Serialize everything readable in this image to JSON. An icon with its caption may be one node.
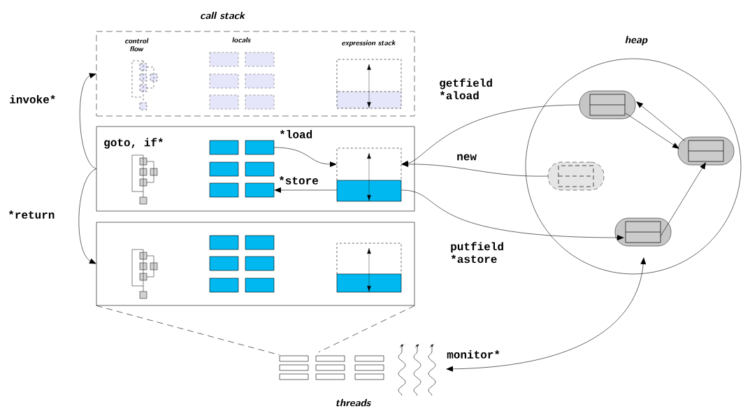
{
  "diagram": {
    "nodes": [
      {
        "text": [
          "control flow",
          "locals",
          "expression stack"
        ]
      },
      {
        "text": [
          "goto, if*"
        ]
      },
      {
        "text": [],
        "shape": "box",
        "in": 1
      },
      {
        "text": [],
        "shape": "box",
        "in": 1
      },
      {
        "text": [],
        "shape": "box",
        "in": 1
      },
      {
        "text": [],
        "shape": "box"
      },
      {
        "text": [
          "heap"
        ]
      },
      {
        "text": [],
        "shape": "capsule",
        "in": 6
      },
      {
        "text": [],
        "shape": "capsule",
        "in": 6
      },
      {
        "text": [],
        "shape": "capsule",
        "in": 6
      },
      {
        "text": [],
        "shape": "capsule",
        "in": 6
      },
      {
        "text": [
          "threads"
        ]
      },
      {
        "text": [],
        "shape": "box",
        "in": 1
      },
      {
        "text": [],
        "shape": "box",
        "in": 1
      },
      {
        "text": [],
        "shape": "box",
        "in": 1
      },
      {
        "text": [],
        "shape": "box",
        "in": 1
      }
    ],
    "edges": [
      {
        "from": 1,
        "to": 0,
        "arrow": "to",
        "label": "invoke*"
      },
      {
        "from": 1,
        "to": 5,
        "arrow": "to",
        "label": "*return"
      },
      {
        "from": 3,
        "to": 2,
        "arrow": "to",
        "label": "*load"
      },
      {
        "from": 2,
        "to": 4,
        "arrow": "to",
        "label": "*store"
      },
      {
        "from": 7,
        "to": 2,
        "arrow": "to",
        "label": "getfield *aload"
      },
      {
        "from": 9,
        "to": 2,
        "arrow": "to",
        "label": "new"
      },
      {
        "from": 2,
        "to": 10,
        "arrow": "to",
        "label": "putfield *astore"
      },
      {
        "from": 7,
        "to": 8,
        "arrow": "to"
      },
      {
        "from": 8,
        "to": 7,
        "arrow": "to"
      },
      {
        "from": 10,
        "to": 8,
        "arrow": "to"
      },
      {
        "from": 11,
        "to": 6,
        "arrow": "both",
        "label": "monitor*"
      },
      {
        "from": 5,
        "to": 11,
        "arrow": "none",
        "style": "dashed"
      },
      {
        "from": 5,
        "to": 11,
        "arrow": "none",
        "style": "dashed"
      }
    ],
    "labels": [
      "call stack"
    ]
  }
}
